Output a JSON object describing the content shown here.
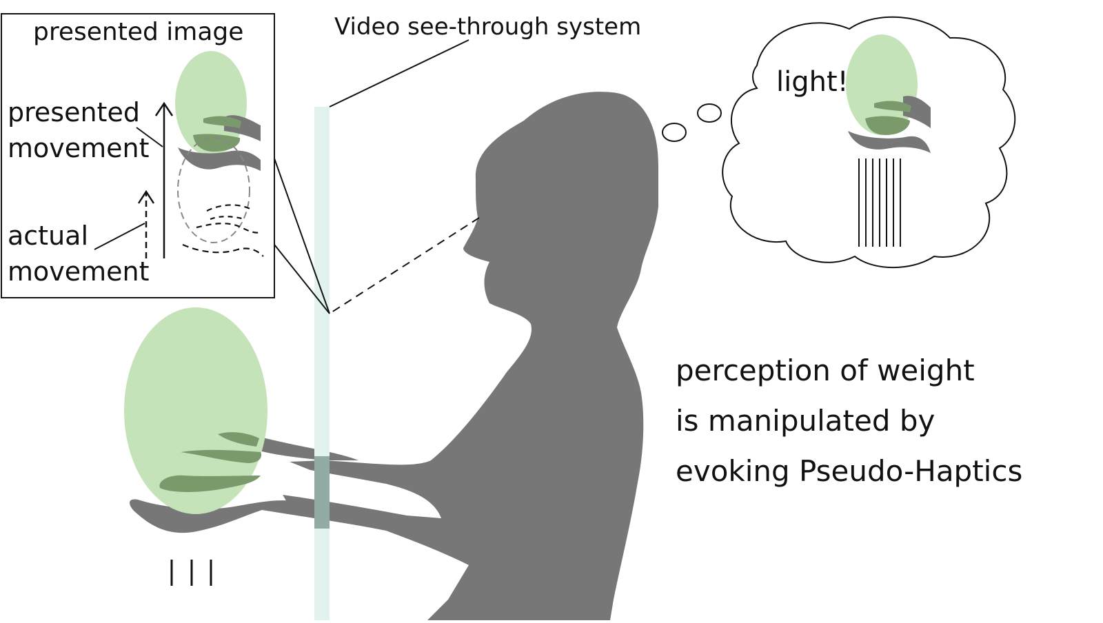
{
  "labels": {
    "presented_image": "presented image",
    "presented_movement_line1": "presented",
    "presented_movement_line2": "movement",
    "actual_movement_line1": "actual",
    "actual_movement_line2": "movement",
    "system": "Video see-through system",
    "thought": "light!",
    "caption_line1": "perception of weight",
    "caption_line2": "is manipulated by",
    "caption_line3": "evoking Pseudo-Haptics"
  },
  "colors": {
    "silhouette": "#777777",
    "object_green": "#c5e3b8",
    "object_overlap": "#7a9a6c",
    "screen_panel": "#e2f2ee",
    "line": "#111111",
    "ghost": "#888888"
  }
}
